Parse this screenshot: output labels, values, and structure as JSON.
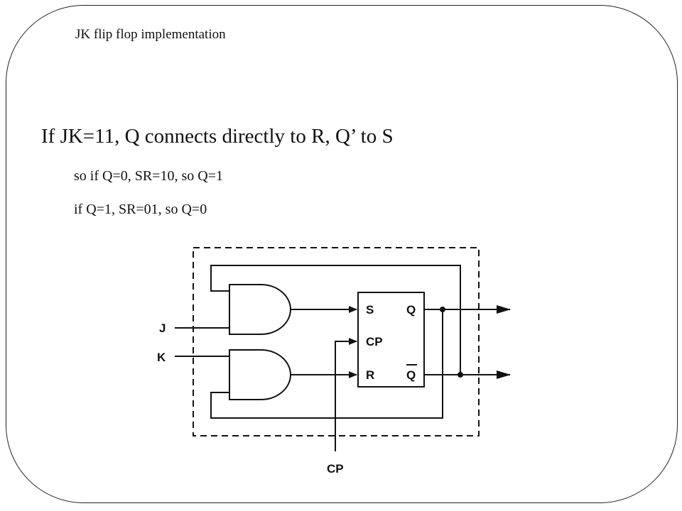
{
  "slide": {
    "title": "JK flip flop implementation",
    "heading": "If JK=11, Q connects directly to R, Q’ to S",
    "bullets": [
      "so if Q=0, SR=10, so Q=1",
      "if Q=1, SR=01, so Q=0"
    ]
  },
  "diagram": {
    "inputs": {
      "j": "J",
      "k": "K",
      "cp_bottom": "CP"
    },
    "flipflop": {
      "s": "S",
      "cp": "CP",
      "r": "R",
      "q": "Q",
      "qbar": "Q"
    }
  }
}
